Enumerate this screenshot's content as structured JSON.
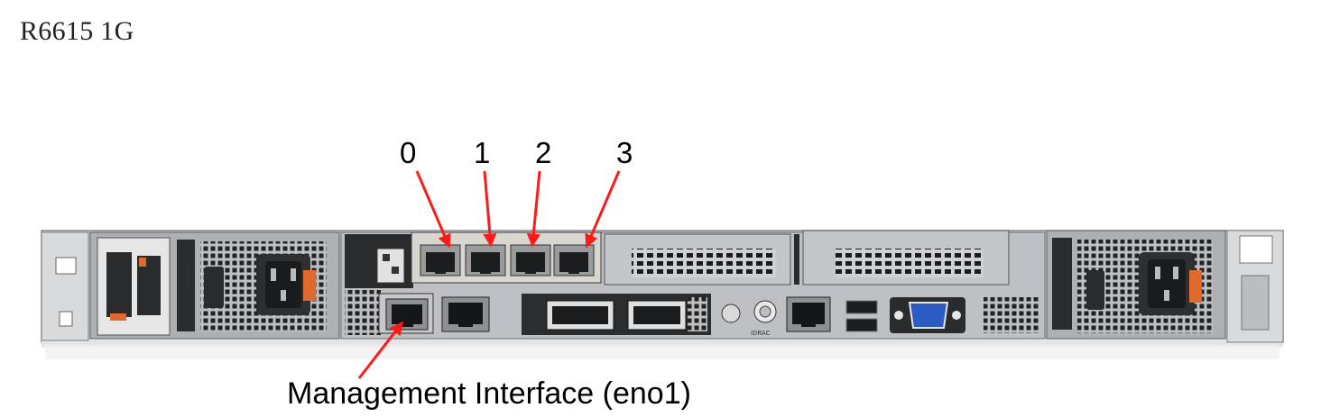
{
  "title": "R6615 1G",
  "port_labels": [
    "0",
    "1",
    "2",
    "3"
  ],
  "caption": "Management Interface (eno1)",
  "server_model_label": "R6615",
  "colors": {
    "arrow": "#ff1a1a",
    "chassis": "#c9cacc",
    "dark": "#1f2124",
    "accent_orange": "#e06a2c",
    "vga_blue": "#2c5bc4",
    "nic_card": "#d8d6cf"
  },
  "icons": [
    "server-rear-panel",
    "power-socket-icon",
    "rj45-port-icon",
    "usb-port-icon",
    "vga-port-icon",
    "pcie-slot-icon"
  ]
}
